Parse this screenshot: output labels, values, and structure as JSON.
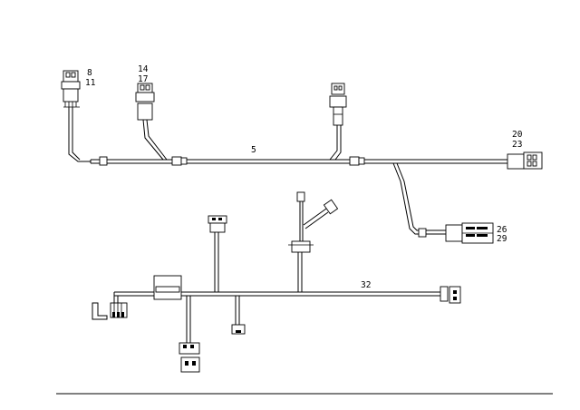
{
  "callouts": {
    "harness_upper": "5",
    "harness_lower": "32",
    "conn_a_1": "8",
    "conn_a_2": "11",
    "conn_b_1": "14",
    "conn_b_2": "17",
    "conn_c_1": "20",
    "conn_c_2": "23",
    "conn_d_1": "26",
    "conn_d_2": "29"
  }
}
